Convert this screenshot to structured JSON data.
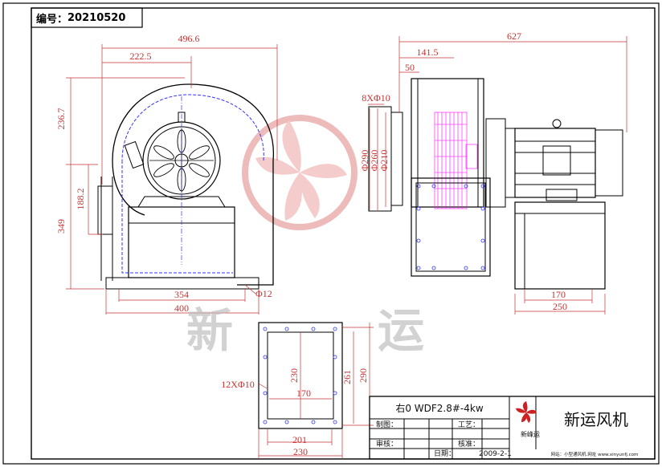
{
  "drawing_number": {
    "label": "编号：",
    "value": "20210520"
  },
  "watermark": {
    "left_char": "新",
    "right_char": "运",
    "color": "#e8a0a0"
  },
  "front_view": {
    "dims": {
      "overall_width": "496.6",
      "offset": "222.5",
      "height_top": "236.7",
      "outlet_center": "188.2",
      "total_height": "349",
      "base_width": "354",
      "base_outer": "400",
      "hole": "Φ12"
    }
  },
  "side_view": {
    "dims": {
      "overall_length": "627",
      "flange_depth": "141.5",
      "flange_thick": "50",
      "holes": "8XΦ10",
      "d1": "Φ290",
      "d2": "Φ260",
      "d3": "Φ210",
      "base_inner": "170",
      "base_outer": "250"
    }
  },
  "flange_view": {
    "dims": {
      "inner_h": "230",
      "outer_h1": "261",
      "outer_h2": "290",
      "holes": "12XΦ10",
      "inner_w": "170",
      "outer_w1": "201",
      "outer_w2": "230"
    }
  },
  "title_block": {
    "model": "右0 WDF2.8#-4kw",
    "rows": [
      {
        "label": "制图：",
        "label2": "工艺："
      },
      {
        "label": "审核：",
        "label2": "核准："
      },
      {
        "label": "",
        "label2": "日期：",
        "value2": "2009-2-1"
      }
    ],
    "company_logo_text": "新峰运",
    "company_name": "新运风机",
    "company_sub": "网站：小型通风机.网址 www.xinyunfj.com"
  },
  "colors": {
    "line": "#000000",
    "dim": "#c83232",
    "pink": "#ff00ff",
    "blue": "#3333ff"
  }
}
